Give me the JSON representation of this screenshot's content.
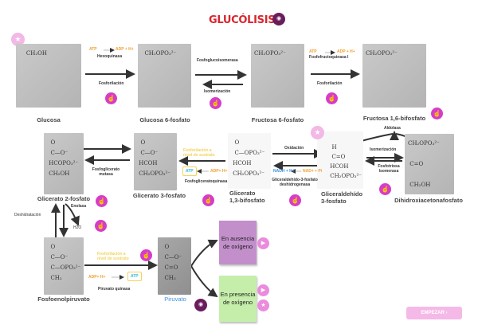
{
  "title": "GLUCÓLISIS",
  "molecules": {
    "glucosa": {
      "label": "Glucosa",
      "formula": "    CH₂OH"
    },
    "glucosa6f": {
      "label": "Glucosa 6-fosfato",
      "formula": "  CH₂OPO₃²⁻"
    },
    "fructosa6f": {
      "label": "Fructosa 6-fosfato",
      "formula": "CH₂OPO₃²⁻"
    },
    "fructosa16": {
      "label": "Fructosa 1,6-bifosfato",
      "formula": "CH₂OPO₃²⁻"
    },
    "dhap": {
      "label": "Dihidroxiacetonafosfato",
      "formula": "CH₂OPO₃²⁻\n\n C=O\n\n CH₂OH"
    },
    "gliceraldehido": {
      "label": "Gliceraldehído\n3-fosfato",
      "formula": "  H\n  C=O\n HCOH\n CH₂OPO₃²⁻"
    },
    "glicerato13": {
      "label": "Glicerato\n1,3-bifosfato",
      "formula": "  O\n  C—OPO₃²⁻\n HCOH\n CH₂OPO₃²⁻"
    },
    "glicerato3": {
      "label": "Glicerato 3-fosfato",
      "formula": "  O\n  C—O⁻\n HCOH\n CH₂OPO₃²⁻"
    },
    "glicerato2": {
      "label": "Glicerato 2-fosfato",
      "formula": "  O\n  C—O⁻\n HCOPO₃²⁻\n CH₂OH"
    },
    "fosfoenol": {
      "label": "Fosfoenolpiruvato",
      "formula": "  O\n  C—O⁻\n  C—OPO₃²⁻\n  CH₂"
    },
    "piruvato": {
      "label": "Piruvato",
      "formula": "  O\n  C—O⁻\n  C=O\n  CH₃"
    }
  },
  "reactions": {
    "r1": {
      "atp": "ATP",
      "adp": "ADP + H+",
      "enzyme": "Hexoquinasa",
      "type": "Fosforilación"
    },
    "r2": {
      "enzyme": "Fosfoglucoisomerasa",
      "type": "Isomerización"
    },
    "r3": {
      "atp": "ATP",
      "adp": "ADP + H+",
      "enzyme": "Fosfofructoquinasa I",
      "type": "Fosforilación"
    },
    "r4": {
      "enzyme": "Aldolasa"
    },
    "r5": {
      "type": "Isomerización",
      "enzyme": "Fosfotriosa Isomerasa"
    },
    "r6": {
      "type": "Oxidación",
      "nadh": "NADH + H+",
      "nad": "NAD+ + Pi",
      "enzyme": "Gliceraldehído-3-fosfato deshidrogenasa"
    },
    "r7": {
      "type": "Fosforilación a nivel de sustrato",
      "atp": "ATP",
      "adp": "ADP+ H+",
      "enzyme": "Fosfogliceratoquinasa"
    },
    "r8": {
      "enzyme": "Fosfoglicerato mutasa"
    },
    "r9": {
      "enzyme": "Enolasa",
      "product": "H2O",
      "type": "Deshidratación"
    },
    "r10": {
      "type": "Fosforilación a nivel de sustrato",
      "adp": "ADP+ H+",
      "atp": "ATP",
      "enzyme": "Piruvato quinasa"
    }
  },
  "outcomes": {
    "anaerobic": "En ausencia de oxígeno",
    "aerobic": "En presencia de oxígeno"
  },
  "start_button": "EMPEZAR ›",
  "colors": {
    "title": "#d7262e",
    "hotspot": "#d63cc8",
    "anaerobic": "#c28fcb",
    "aerobic": "#c6eeab"
  }
}
